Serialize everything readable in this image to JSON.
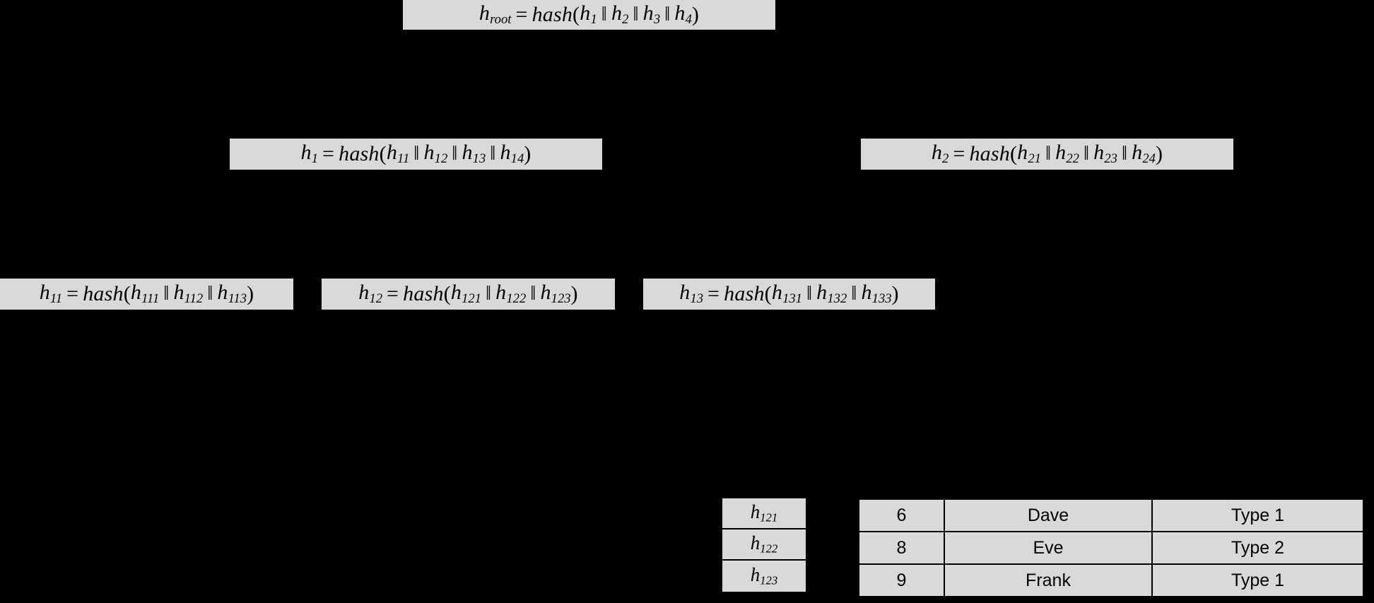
{
  "diagram": {
    "background_color": "#000000",
    "box_color": "#d9d9d9",
    "text_color": "#000000",
    "concat_symbol": "‖",
    "levels": {
      "root": {
        "node": {
          "id": "h_root",
          "label_lhs": "h",
          "label_sub": "root",
          "equals": "=",
          "func": "hash",
          "open": "(",
          "close": ")",
          "operands": [
            {
              "base": "h",
              "sub": "1"
            },
            {
              "base": "h",
              "sub": "2"
            },
            {
              "base": "h",
              "sub": "3"
            },
            {
              "base": "h",
              "sub": "4"
            }
          ]
        }
      },
      "level2": [
        {
          "id": "h_1",
          "label_lhs": "h",
          "label_sub": "1",
          "equals": "=",
          "func": "hash",
          "open": "(",
          "close": ")",
          "operands": [
            {
              "base": "h",
              "sub": "11"
            },
            {
              "base": "h",
              "sub": "12"
            },
            {
              "base": "h",
              "sub": "13"
            },
            {
              "base": "h",
              "sub": "14"
            }
          ]
        },
        {
          "id": "h_2",
          "label_lhs": "h",
          "label_sub": "2",
          "equals": "=",
          "func": "hash",
          "open": "(",
          "close": ")",
          "operands": [
            {
              "base": "h",
              "sub": "21"
            },
            {
              "base": "h",
              "sub": "22"
            },
            {
              "base": "h",
              "sub": "23"
            },
            {
              "base": "h",
              "sub": "24"
            }
          ]
        }
      ],
      "level3": [
        {
          "id": "h_11",
          "label_lhs": "h",
          "label_sub": "11",
          "equals": "=",
          "func": "hash",
          "open": "(",
          "close": ")",
          "operands": [
            {
              "base": "h",
              "sub": "111"
            },
            {
              "base": "h",
              "sub": "112"
            },
            {
              "base": "h",
              "sub": "113"
            }
          ]
        },
        {
          "id": "h_12",
          "label_lhs": "h",
          "label_sub": "12",
          "equals": "=",
          "func": "hash",
          "open": "(",
          "close": ")",
          "operands": [
            {
              "base": "h",
              "sub": "121"
            },
            {
              "base": "h",
              "sub": "122"
            },
            {
              "base": "h",
              "sub": "123"
            }
          ]
        },
        {
          "id": "h_13",
          "label_lhs": "h",
          "label_sub": "13",
          "equals": "=",
          "func": "hash",
          "open": "(",
          "close": ")",
          "operands": [
            {
              "base": "h",
              "sub": "131"
            },
            {
              "base": "h",
              "sub": "132"
            },
            {
              "base": "h",
              "sub": "133"
            }
          ]
        }
      ]
    }
  },
  "leaf_hashes": [
    {
      "base": "h",
      "sub": "121"
    },
    {
      "base": "h",
      "sub": "122"
    },
    {
      "base": "h",
      "sub": "123"
    }
  ],
  "data_table": {
    "rows": [
      {
        "id": "6",
        "name": "Dave",
        "type": "Type 1"
      },
      {
        "id": "8",
        "name": "Eve",
        "type": "Type 2"
      },
      {
        "id": "9",
        "name": "Frank",
        "type": "Type 1"
      }
    ]
  }
}
